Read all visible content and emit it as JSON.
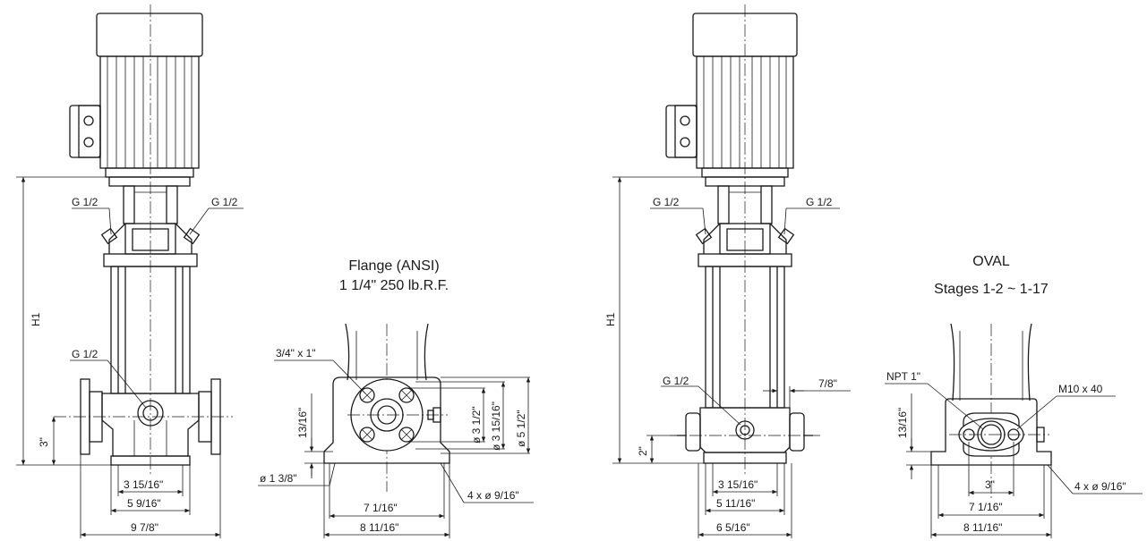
{
  "left_pump": {
    "port_left": "G 1/2",
    "port_right": "G 1/2",
    "port_base": "G 1/2",
    "height_label": "H1",
    "inlet_height": "3\"",
    "base_dims": [
      "3 15/16\"",
      "5 9/16\"",
      "9 7/8\""
    ]
  },
  "flange": {
    "title_line1": "Flange (ANSI)",
    "title_line2": "1 1/4\" 250 lb.R.F.",
    "bolt_label": "3/4\" x 1\"",
    "height": "13/16\"",
    "foot_dia": "ø 1 3/8\"",
    "circle_dims": [
      "ø 3 1/2\"",
      "ø 3 15/16\"",
      "ø 5 1/2\""
    ],
    "holes": "4 x ø 9/16\"",
    "base_dims": [
      "7 1/16\"",
      "8 11/16\""
    ]
  },
  "right_pump": {
    "port_left": "G 1/2",
    "port_right": "G 1/2",
    "port_base": "G 1/2",
    "height_label": "H1",
    "inlet_height": "2\"",
    "side_offset": "7/8\"",
    "base_dims": [
      "3 15/16\"",
      "5 11/16\"",
      "6 5/16\""
    ]
  },
  "oval": {
    "title_line1": "OVAL",
    "title_line2": "Stages 1-2 ~ 1-17",
    "port_label": "NPT 1\"",
    "bolt_label": "M10 x 40",
    "height": "13/16\"",
    "center_dim": "3\"",
    "holes": "4 x ø 9/16\"",
    "base_dims": [
      "7 1/16\"",
      "8 11/16\""
    ]
  }
}
